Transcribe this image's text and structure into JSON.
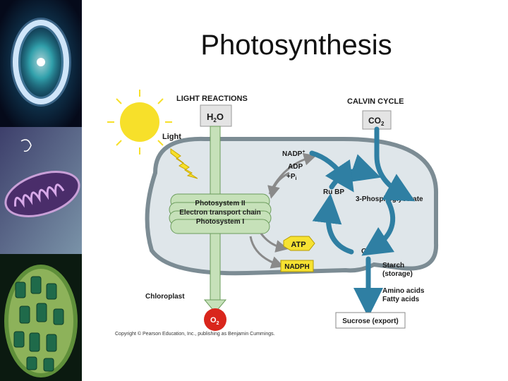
{
  "title": "Photosynthesis",
  "diagram": {
    "light_reactions": "LIGHT REACTIONS",
    "calvin_cycle": "CALVIN CYCLE",
    "water": "H",
    "water_sub": "2",
    "water_tail": "O",
    "light": "Light",
    "co2": "CO",
    "co2_sub": "2",
    "nadp": "NADP",
    "nadp_sup": "+",
    "adp": "ADP",
    "pi_plus": "+",
    "pi_p": "P",
    "pi_i": "i",
    "rubp": "Ru BP",
    "pga": "3-Phosphoglycerate",
    "ps2": "Photosystem II",
    "etc": "Electron transport chain",
    "ps1": "Photosystem I",
    "atp": "ATP",
    "nadph": "NADPH",
    "g3p": "G3P",
    "starch1": "Starch",
    "starch2": "(storage)",
    "amino": "Amino acids",
    "fatty": "Fatty acids",
    "chloroplast": "Chloroplast",
    "o2": "O",
    "o2_sub": "2",
    "sucrose": "Sucrose (export)",
    "copyright": "Copyright © Pearson Education, Inc., publishing as Benjamin Cummings."
  },
  "colors": {
    "stroma": "#dfe6ea",
    "membrane": "#7c8c94",
    "thylakoid": "#c6e1b9",
    "calvin_arrow": "#2f7fa3",
    "sun": "#f7e02a",
    "atp_fill": "#f6e232",
    "o2_fill": "#d9261c"
  }
}
